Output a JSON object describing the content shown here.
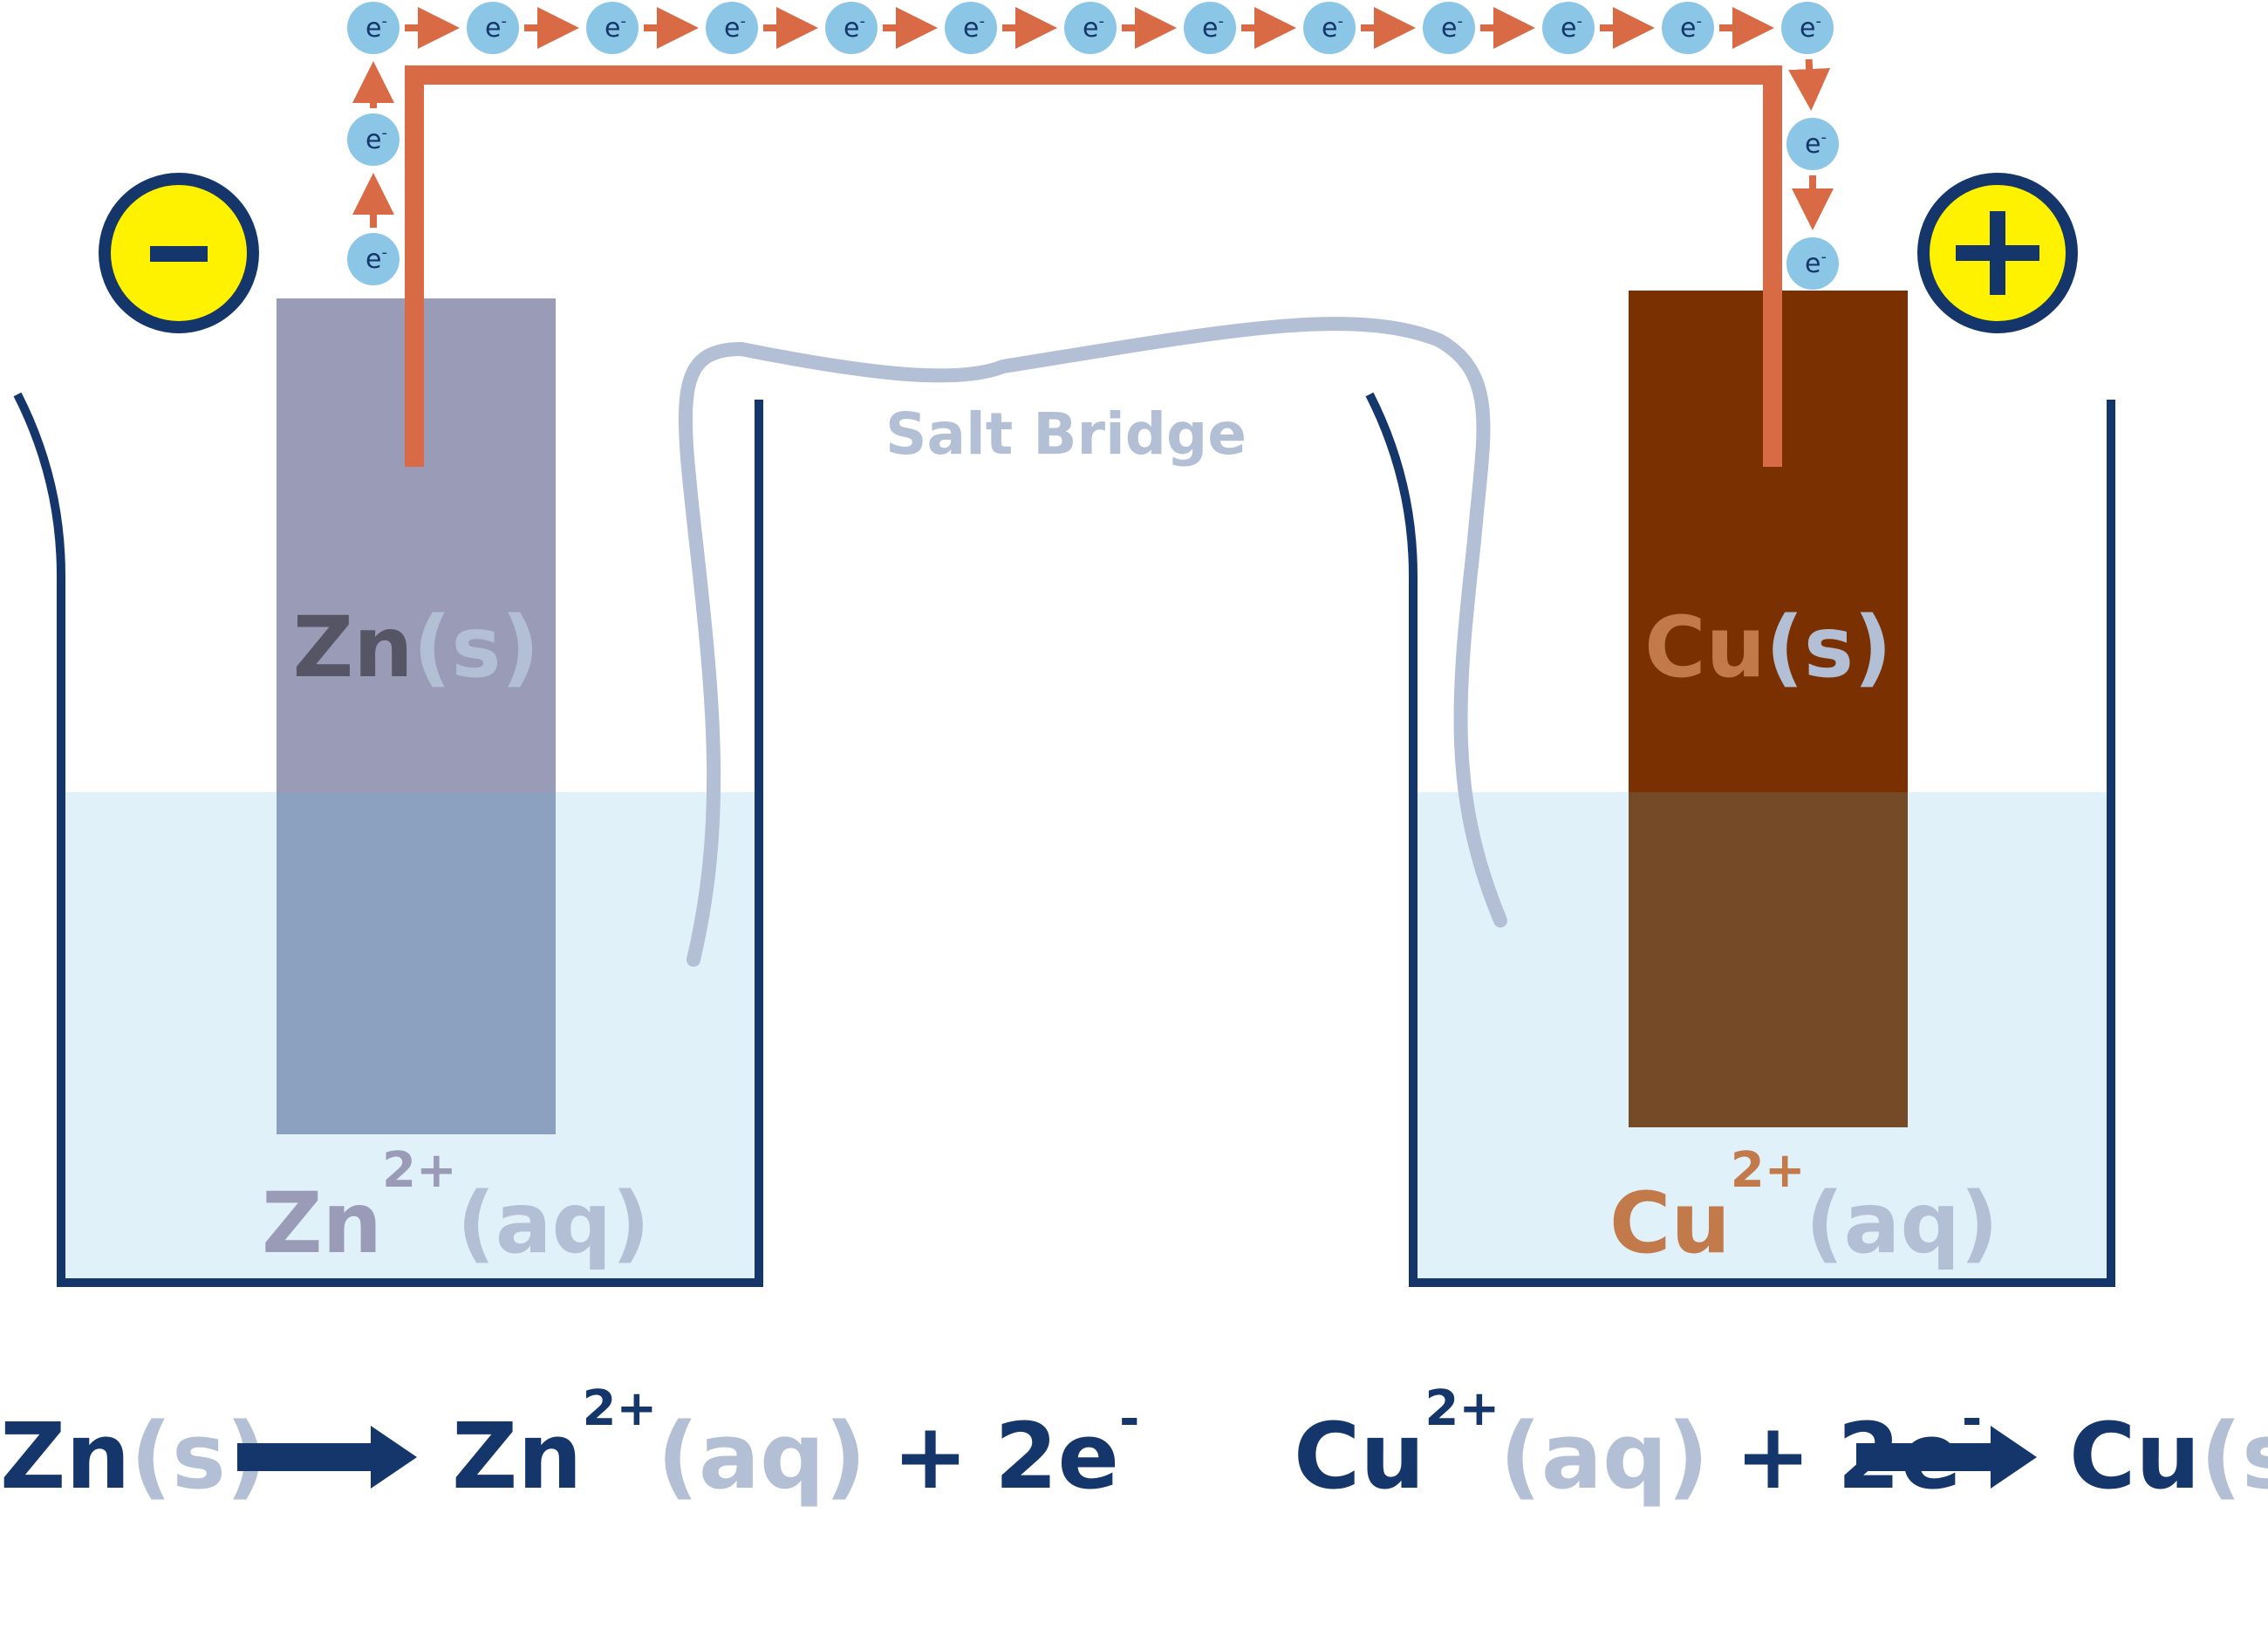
{
  "colors": {
    "navy": "#14366b",
    "wire": "#d86a45",
    "electron": "#8cc6e6",
    "solution": "#e1f1fa",
    "zinc_electrode": "#9a9bb6",
    "zinc_submerged": "#8ca1bf",
    "copper_electrode": "#7a3000",
    "copper_submerged": "#744a27",
    "salt_bridge": "#b2bfd4",
    "zn_label": "#555566",
    "zn_ion_label": "#9a9bb6",
    "state_grey": "#b2bfd4",
    "cu_label": "#c27a4b",
    "terminal_fill": "#fff200"
  },
  "electron": {
    "symbol": "e",
    "charge": "-"
  },
  "terminals": {
    "negative": "–",
    "positive": "+"
  },
  "salt_bridge": {
    "label": "Salt Bridge"
  },
  "left_cell": {
    "electrode": {
      "symbol": "Zn",
      "state": "(s)"
    },
    "solution": {
      "symbol": "Zn",
      "charge": "2+",
      "state": "(aq)"
    }
  },
  "right_cell": {
    "electrode": {
      "symbol": "Cu",
      "state": "(s)"
    },
    "solution": {
      "symbol": "Cu",
      "charge": "2+",
      "state": "(aq)"
    }
  },
  "equations": {
    "anode": {
      "reactant": {
        "symbol": "Zn",
        "state": "(s)"
      },
      "product": {
        "symbol": "Zn",
        "charge": "2+",
        "state": "(aq)"
      },
      "plus": "+",
      "electrons": {
        "text": "2e",
        "charge": "-"
      }
    },
    "cathode": {
      "reactant": {
        "symbol": "Cu",
        "charge": "2+",
        "state": "(aq)"
      },
      "plus": "+",
      "electrons": {
        "text": "2e",
        "charge": "-"
      },
      "product": {
        "symbol": "Cu",
        "state": "(s)"
      }
    }
  }
}
